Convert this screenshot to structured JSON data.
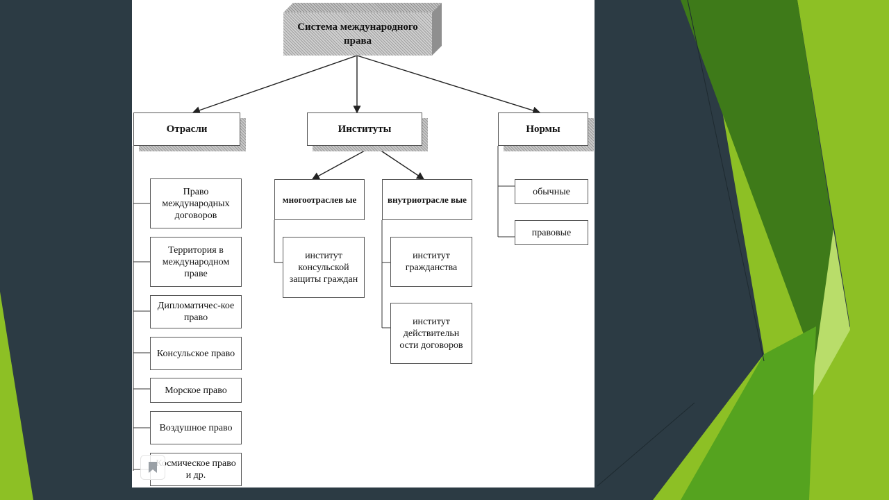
{
  "diagram": {
    "root": "Система международного права",
    "categories": {
      "branches": "Отрасли",
      "institutes": "Институты",
      "norms": "Нормы"
    },
    "branch_items": [
      "Право международных договоров",
      "Территория в международном праве",
      "Дипломатичес-кое право",
      "Консульское право",
      "Морское право",
      "Воздушное право",
      "Космическое право и др."
    ],
    "institute_types": {
      "multi_branch": "многоотраслев ые",
      "intra_branch": "внутриотрасле вые"
    },
    "multi_branch_items": [
      "институт консульской защиты граждан"
    ],
    "intra_branch_items": [
      "институт гражданства",
      "институт действительн ости договоров"
    ],
    "norm_items": [
      "обычные",
      "правовые"
    ]
  },
  "colors": {
    "background": "#2c3b44",
    "accent_light": "#8dc025",
    "accent_dark": "#3e7a19",
    "accent_mid": "#55a31f"
  },
  "icons": {
    "corner": "bookmark-icon"
  }
}
